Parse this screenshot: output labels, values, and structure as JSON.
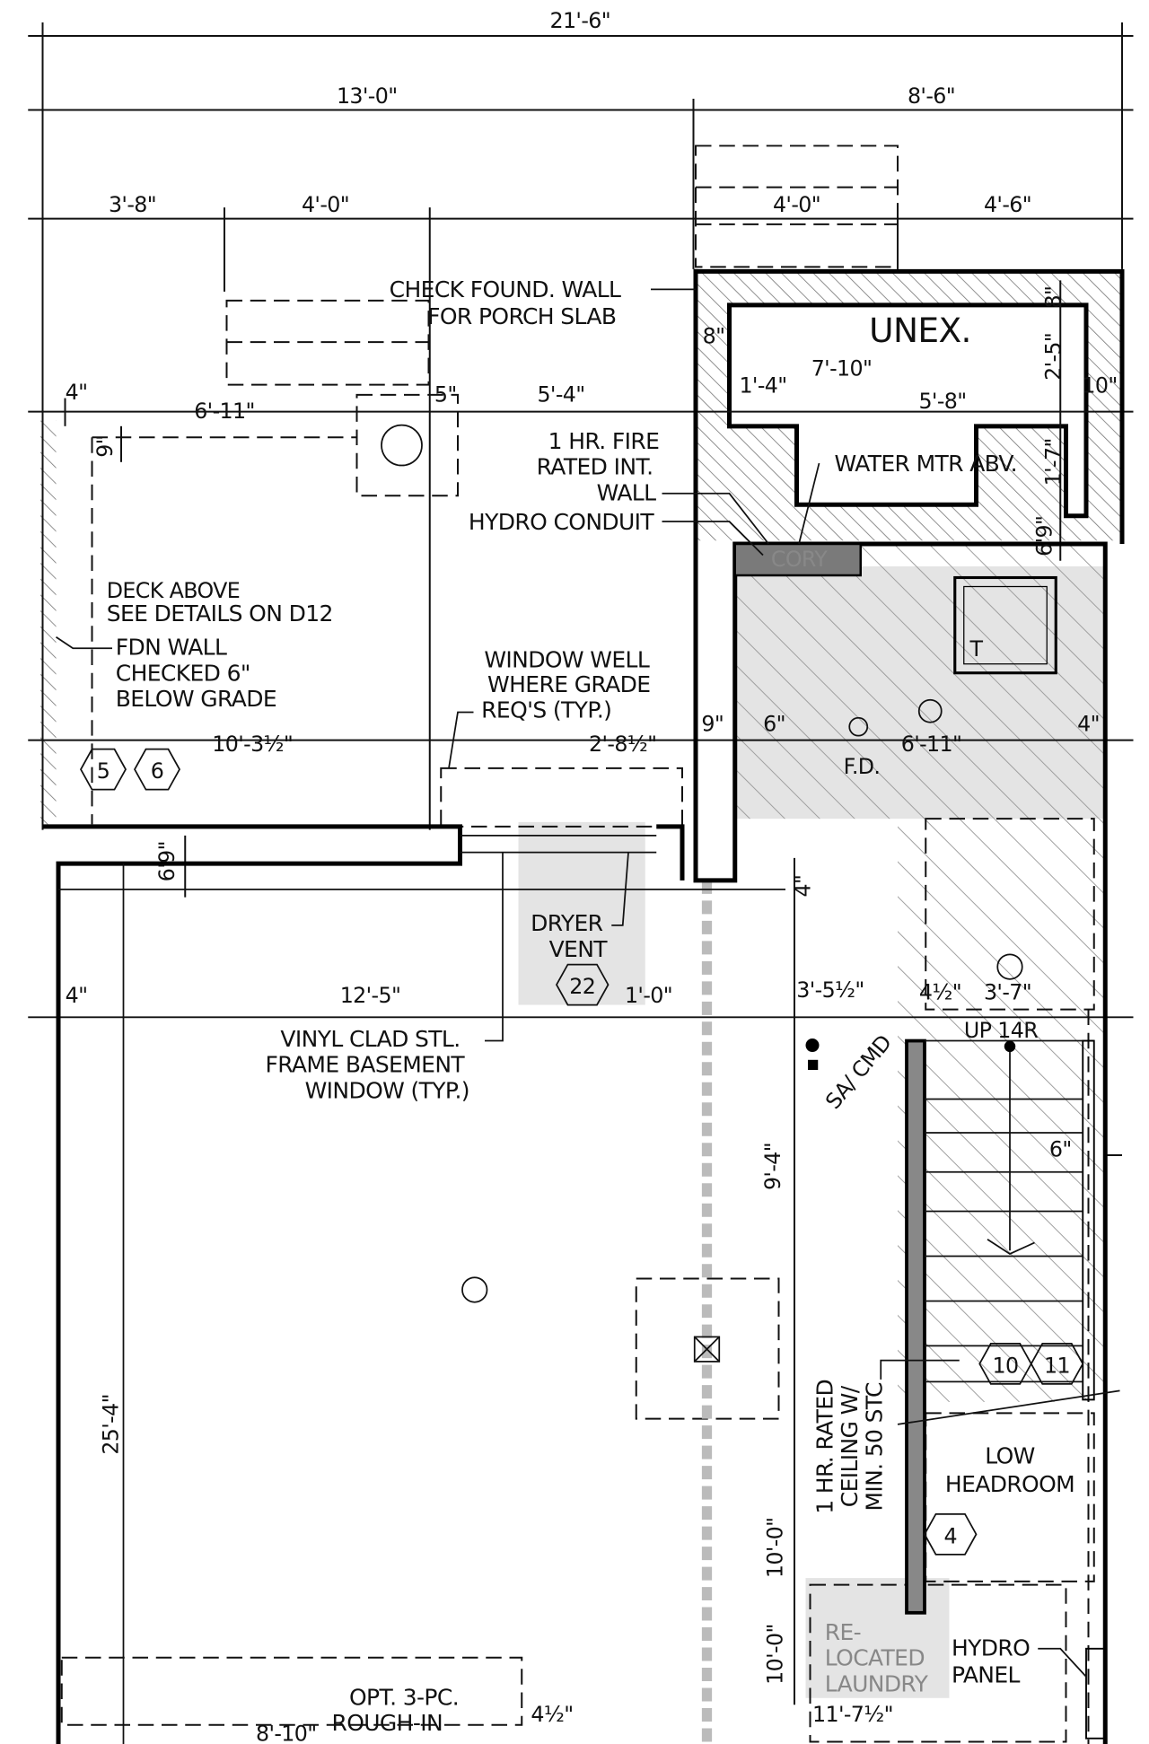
{
  "dimensions": {
    "overall": "21'-6\"",
    "left_block": "13'-0\"",
    "right_block": "8'-6\"",
    "d_3_8": "3'-8\"",
    "d_4_0_a": "4'-0\"",
    "d_4_0_b": "4'-0\"",
    "d_4_6": "4'-6\"",
    "d_8_a": "8\"",
    "d_8_b": "8\"",
    "d_2_5": "2'-5\"",
    "d_10": "10\"",
    "d_1_4": "1'-4\"",
    "d_7_10": "7'-10\"",
    "d_5_8": "5'-8\"",
    "d_4_a": "4\"",
    "d_6_11_a": "6'-11\"",
    "d_5": "5\"",
    "d_5_4": "5'-4\"",
    "d_9_a": "9\"",
    "d_1_7": "1'-7\"",
    "d_6_9_a": "6'9\"",
    "d_10_3h": "10'-3½\"",
    "d_2_8h": "2'-8½\"",
    "d_9_b": "9\"",
    "d_6_a": "6\"",
    "d_6_11_b": "6'-11\"",
    "d_4_b": "4\"",
    "d_6_9_b": "6'9\"",
    "d_4_c": "4\"",
    "d_4_d": "4\"",
    "d_12_5": "12'-5\"",
    "d_1_0": "1'-0\"",
    "d_3_5h": "3'-5½\"",
    "d_4h_a": "4½\"",
    "d_3_7": "3'-7\"",
    "d_6_b": "6\"",
    "d_9_4": "9'-4\"",
    "d_25_4": "25'-4\"",
    "d_10_0_a": "10'-0\"",
    "d_10_0_b": "10'-0\"",
    "d_11_7h": "11'-7½\"",
    "d_4h_b": "4½\"",
    "d_8_10": "8'-10\""
  },
  "notes": {
    "check_found_1": "CHECK FOUND. WALL",
    "check_found_2": "FOR PORCH SLAB",
    "unex": "UNEX.",
    "fire_wall_1": "1 HR. FIRE",
    "fire_wall_2": "RATED INT.",
    "fire_wall_3": "WALL",
    "water_mtr": "WATER MTR ABV.",
    "hydro_conduit": "HYDRO CONDUIT",
    "cory": "CORY",
    "deck_above": "DECK ABOVE",
    "see_details": "SEE DETAILS ON D12",
    "fdn_1": "FDN WALL",
    "fdn_2": "CHECKED 6\"",
    "fdn_3": "BELOW GRADE",
    "well_1": "WINDOW WELL",
    "well_2": "WHERE GRADE",
    "well_3": "REQ'S (TYP.)",
    "tub": "T",
    "floor_drain": "F.D.",
    "dryer_1": "DRYER",
    "dryer_2": "VENT",
    "vinyl_1": "VINYL CLAD STL.",
    "vinyl_2": "FRAME BASEMENT",
    "vinyl_3": "WINDOW (TYP.)",
    "sa_cmd": "SA/ CMD",
    "up_14r": "UP 14R",
    "ceiling_1": "1 HR. RATED",
    "ceiling_2": "CEILING W/",
    "ceiling_3": "MIN. 50 STC",
    "low_1": "LOW",
    "low_2": "HEADROOM",
    "laundry_1": "RE-",
    "laundry_2": "LOCATED",
    "laundry_3": "LAUNDRY",
    "hydro_1": "HYDRO",
    "hydro_2": "PANEL",
    "opt_1": "OPT. 3-PC.",
    "opt_2": "ROUGH-IN"
  },
  "tags": {
    "t5": "5",
    "t6": "6",
    "t22": "22",
    "t10": "10",
    "t11": "11",
    "t4": "4"
  },
  "colors": {
    "line": "#111111",
    "shade": "#e4e4e4",
    "dark_fill": "#7a7a7a",
    "hatch": "#9a9a9a"
  }
}
